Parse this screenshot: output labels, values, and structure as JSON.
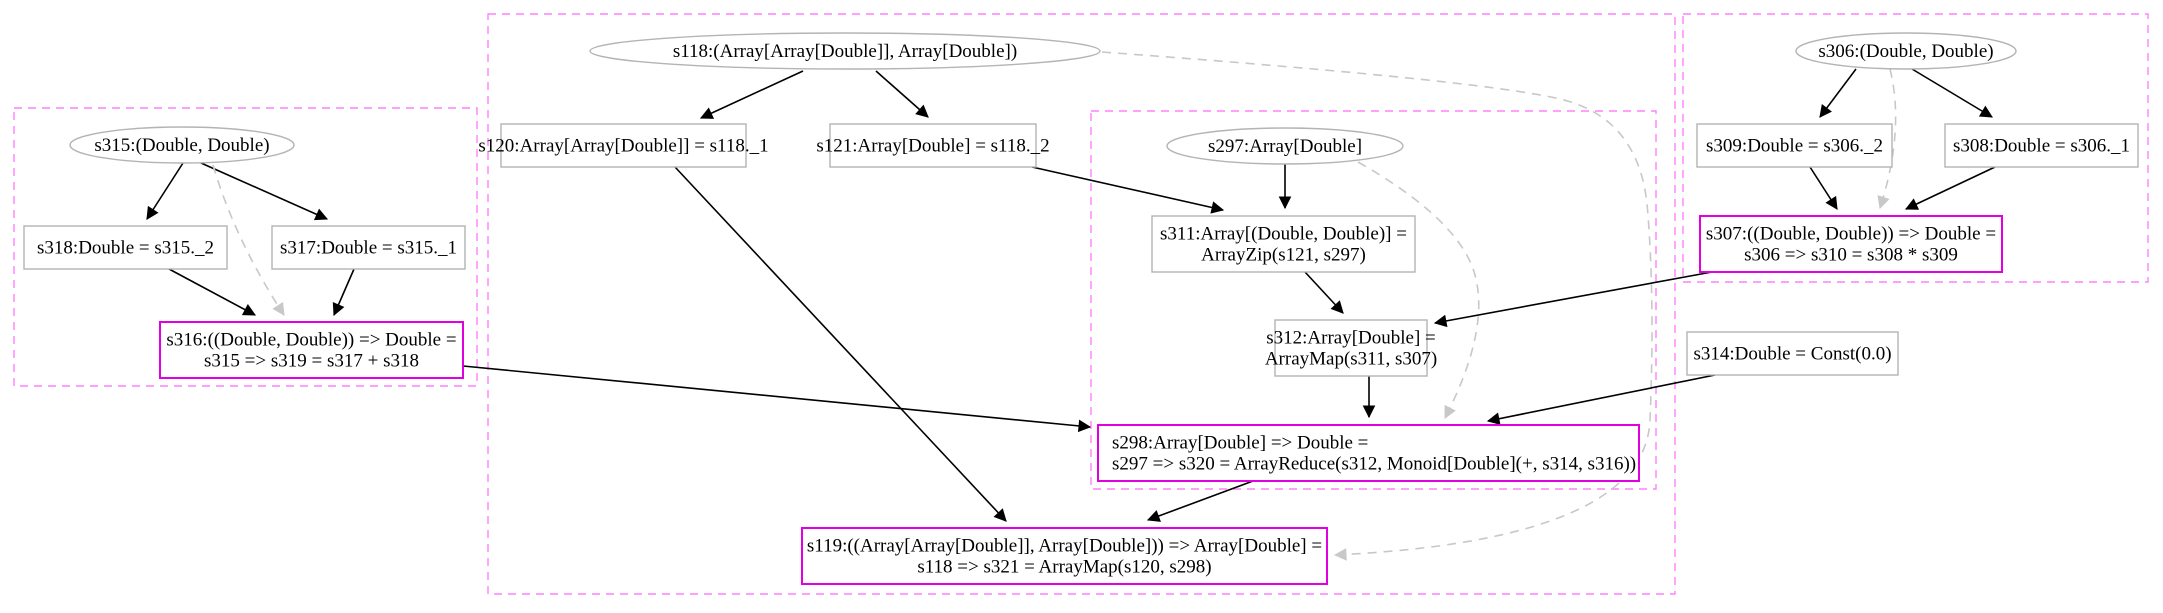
{
  "nodes": {
    "s118": {
      "lines": [
        "s118:(Array[Array[Double]], Array[Double])"
      ]
    },
    "s120": {
      "lines": [
        "s120:Array[Array[Double]] = s118._1"
      ]
    },
    "s121": {
      "lines": [
        "s121:Array[Double] = s118._2"
      ]
    },
    "s297": {
      "lines": [
        "s297:Array[Double]"
      ]
    },
    "s311": {
      "lines": [
        "s311:Array[(Double, Double)] =",
        "ArrayZip(s121, s297)"
      ]
    },
    "s312": {
      "lines": [
        "s312:Array[Double] =",
        "ArrayMap(s311, s307)"
      ]
    },
    "s298": {
      "lines": [
        "s298:Array[Double] => Double =",
        "s297 => s320 = ArrayReduce(s312, Monoid[Double](+, s314, s316))"
      ]
    },
    "s119": {
      "lines": [
        "s119:((Array[Array[Double]], Array[Double])) => Array[Double] =",
        "s118 => s321 = ArrayMap(s120, s298)"
      ]
    },
    "s315": {
      "lines": [
        "s315:(Double, Double)"
      ]
    },
    "s318": {
      "lines": [
        "s318:Double = s315._2"
      ]
    },
    "s317": {
      "lines": [
        "s317:Double = s315._1"
      ]
    },
    "s316": {
      "lines": [
        "s316:((Double, Double)) => Double =",
        "s315 => s319 = s317 + s318"
      ]
    },
    "s306": {
      "lines": [
        "s306:(Double, Double)"
      ]
    },
    "s309": {
      "lines": [
        "s309:Double = s306._2"
      ]
    },
    "s308": {
      "lines": [
        "s308:Double = s306._1"
      ]
    },
    "s307": {
      "lines": [
        "s307:((Double, Double)) => Double =",
        "s306 => s310 = s308 * s309"
      ]
    },
    "s314": {
      "lines": [
        "s314:Double = Const(0.0)"
      ]
    }
  },
  "edges": [
    {
      "from": "s118",
      "to": "s120",
      "style": "solid"
    },
    {
      "from": "s118",
      "to": "s121",
      "style": "solid"
    },
    {
      "from": "s118",
      "to": "s119",
      "style": "dashed"
    },
    {
      "from": "s120",
      "to": "s119",
      "style": "solid"
    },
    {
      "from": "s121",
      "to": "s311",
      "style": "solid"
    },
    {
      "from": "s297",
      "to": "s311",
      "style": "solid"
    },
    {
      "from": "s297",
      "to": "s298",
      "style": "dashed"
    },
    {
      "from": "s311",
      "to": "s312",
      "style": "solid"
    },
    {
      "from": "s312",
      "to": "s298",
      "style": "solid"
    },
    {
      "from": "s298",
      "to": "s119",
      "style": "solid"
    },
    {
      "from": "s315",
      "to": "s318",
      "style": "solid"
    },
    {
      "from": "s315",
      "to": "s317",
      "style": "solid"
    },
    {
      "from": "s315",
      "to": "s316",
      "style": "dashed"
    },
    {
      "from": "s318",
      "to": "s316",
      "style": "solid"
    },
    {
      "from": "s317",
      "to": "s316",
      "style": "solid"
    },
    {
      "from": "s316",
      "to": "s298",
      "style": "solid"
    },
    {
      "from": "s306",
      "to": "s309",
      "style": "solid"
    },
    {
      "from": "s306",
      "to": "s308",
      "style": "solid"
    },
    {
      "from": "s306",
      "to": "s307",
      "style": "dashed"
    },
    {
      "from": "s309",
      "to": "s307",
      "style": "solid"
    },
    {
      "from": "s308",
      "to": "s307",
      "style": "solid"
    },
    {
      "from": "s307",
      "to": "s312",
      "style": "solid"
    },
    {
      "from": "s314",
      "to": "s298",
      "style": "solid"
    }
  ],
  "colors": {
    "cluster_border": "#ff80ff",
    "lambda_border": "#e000e0",
    "node_border": "#b4b4b4",
    "solid_edge": "#000000",
    "dependency_edge": "#c8c8c8"
  }
}
